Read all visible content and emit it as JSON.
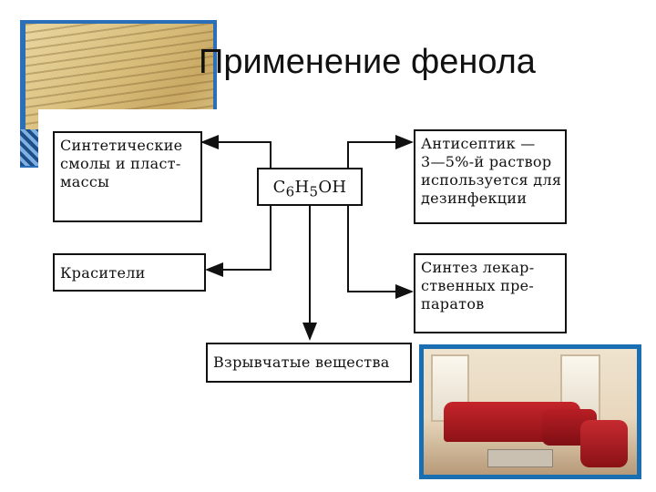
{
  "slide": {
    "title": "Применение фенола"
  },
  "diagram": {
    "center": {
      "formula_main": "C",
      "formula_sub1": "6",
      "formula_mid": "H",
      "formula_sub2": "5",
      "formula_end": "OH"
    },
    "nodes": {
      "resins": [
        "Синтетические",
        "смолы и пласт-",
        "массы"
      ],
      "antiseptic": [
        "Антисептик —",
        "3—5%-й раствор",
        "используется для",
        "дезинфекции"
      ],
      "dyes": [
        "Красители"
      ],
      "drugs": [
        "Синтез лекар-",
        "ственных пре-",
        "паратов"
      ],
      "explosives": [
        "Взрывчатые вещества"
      ]
    }
  },
  "images": {
    "top_left": "wood-board-photo",
    "bottom_right": "red-leather-sofa-photo"
  },
  "colors": {
    "photo_frame": "#1a6fb3",
    "line": "#111111"
  }
}
